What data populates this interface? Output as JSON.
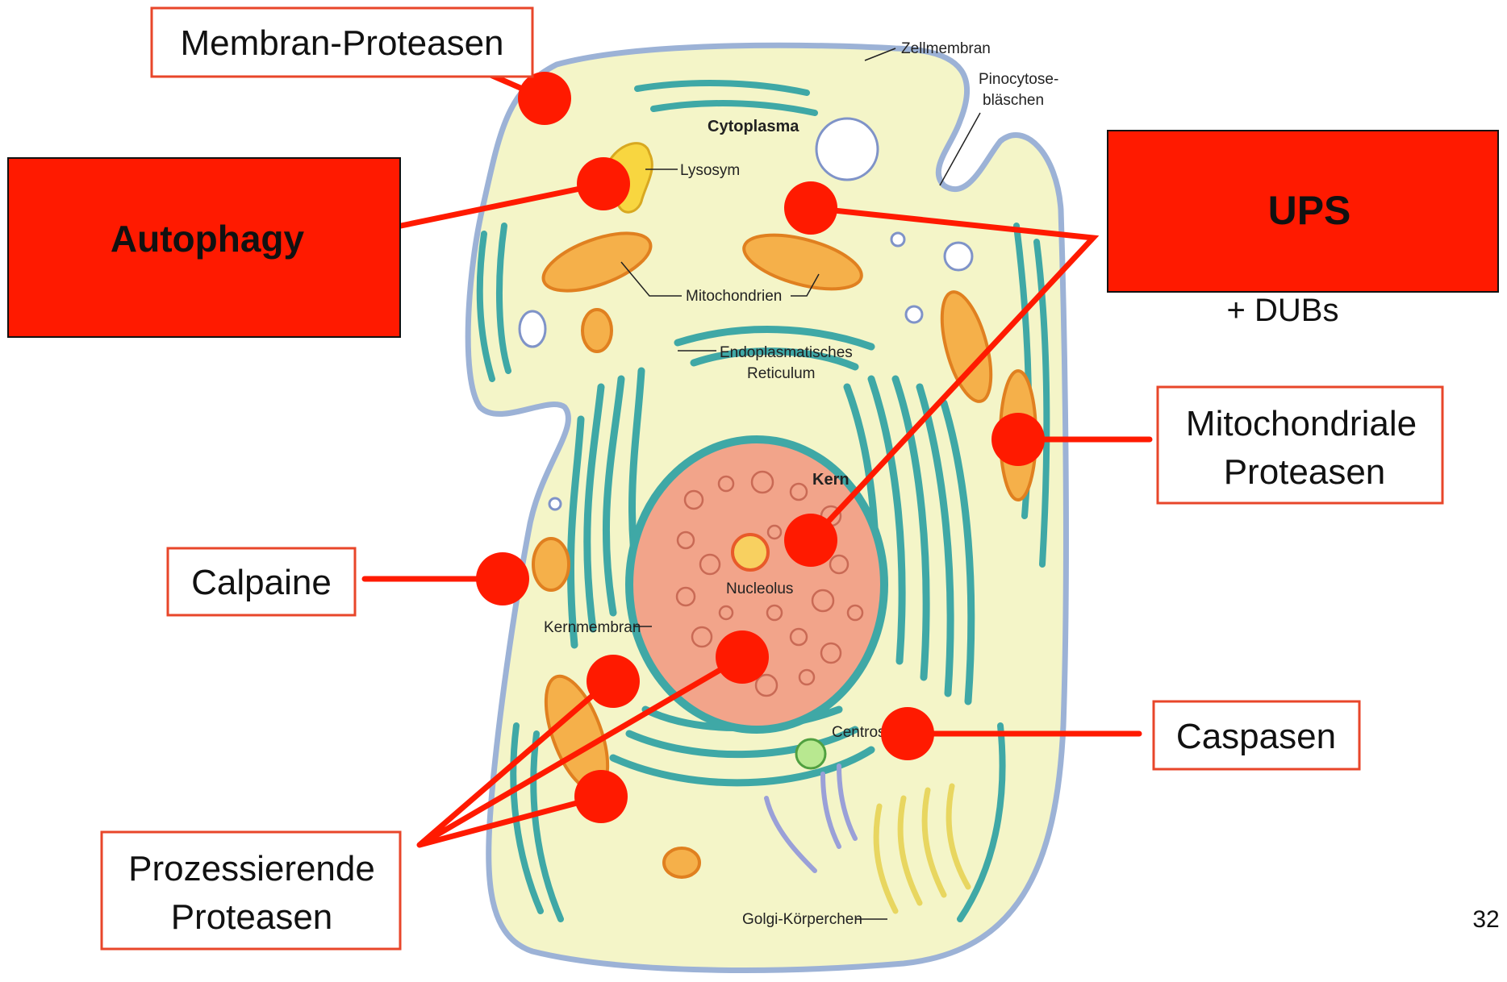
{
  "colors": {
    "accent_red": "#ff1a00",
    "box_border": "#e8462a",
    "cytoplasm": "#f4f5c8",
    "membrane": "#9cb2d6",
    "er": "#3fa8a6",
    "nucleus": "#f2a48a",
    "mitochondria": "#f5a23a"
  },
  "callouts": {
    "membran_proteasen": "Membran-Proteasen",
    "autophagy": "Autophagy",
    "ups": "UPS",
    "dubs": "+ DUBs",
    "mito_line1": "Mitochondriale",
    "mito_line2": "Proteasen",
    "calpaine": "Calpaine",
    "caspasen": "Caspasen",
    "proz_line1": "Prozessierende",
    "proz_line2": "Proteasen"
  },
  "cell_labels": {
    "zellmembran": "Zellmembran",
    "pinocytose_line1": "Pinocytose-",
    "pinocytose_line2": "bläschen",
    "cytoplasma": "Cytoplasma",
    "lysosym": "Lysosym",
    "mitochondrien": "Mitochondrien",
    "er_line1": "Endoplasmatisches",
    "er_line2": "Reticulum",
    "kern": "Kern",
    "nucleolus": "Nucleolus",
    "kernmembran": "Kernmembran",
    "centrosom": "Centroso",
    "golgi": "Golgi-Körperchen"
  },
  "page_number": "32"
}
